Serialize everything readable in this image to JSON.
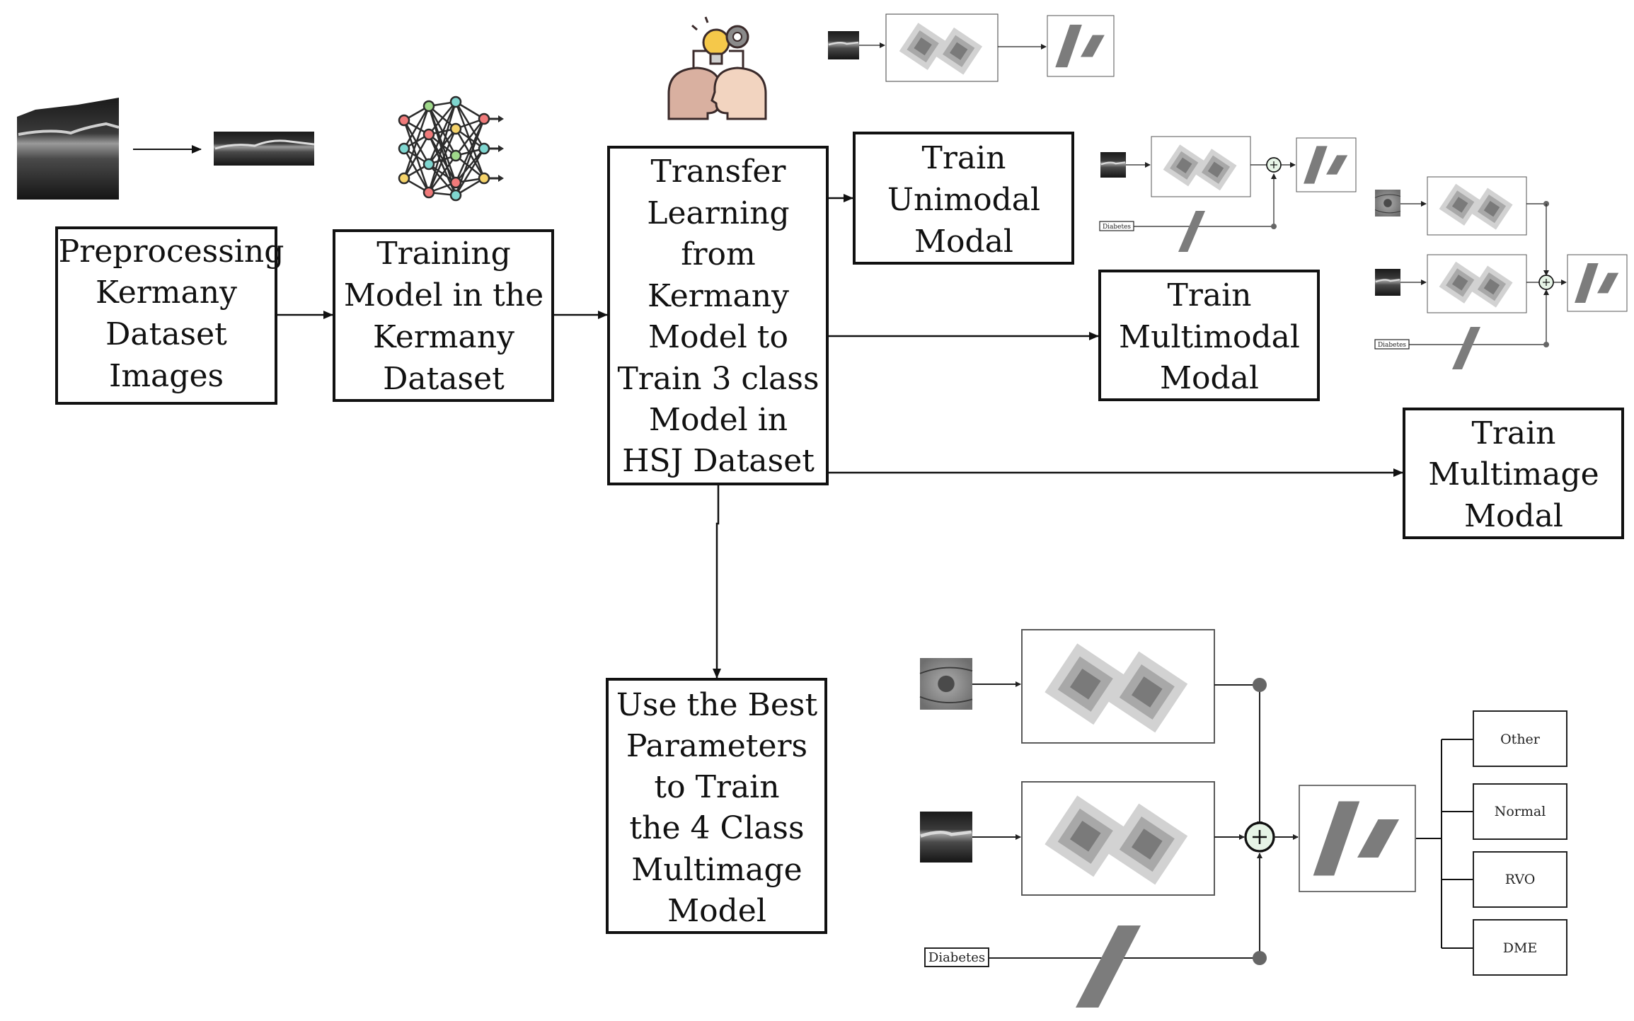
{
  "steps": {
    "preprocess": {
      "lines": [
        "Preprocessing",
        "Kermany",
        "Dataset",
        "Images"
      ]
    },
    "train_kermany": {
      "lines": [
        "Training",
        "Model in the",
        "Kermany",
        "Dataset"
      ]
    },
    "transfer": {
      "lines": [
        "Transfer",
        "Learning",
        "from",
        "Kermany",
        "Model to",
        "Train 3 class",
        "Model in",
        "HSJ Dataset"
      ]
    },
    "unimodal": {
      "lines": [
        "Train",
        "Unimodal",
        "Modal"
      ]
    },
    "multimodal": {
      "lines": [
        "Train",
        "Multimodal",
        "Modal"
      ]
    },
    "multimage": {
      "lines": [
        "Train",
        "Multimage",
        "Modal"
      ]
    },
    "best": {
      "lines": [
        "Use the Best",
        "Parameters",
        "to Train",
        "the 4 Class",
        "Multimage",
        "Model"
      ]
    }
  },
  "inputs": {
    "diabetes_label": "Diabetes"
  },
  "outputs": {
    "classes": [
      "Other",
      "Normal",
      "RVO",
      "DME"
    ]
  },
  "icons": [
    "oct-scan-image",
    "neural-network-icon",
    "brain-transfer-icon",
    "fundus-image",
    "cnn-block-icon",
    "dense-layer-icon",
    "sum-node-icon"
  ],
  "colors": {
    "cnn_light": "#d2d2d2",
    "cnn_mid": "#a8a8a8",
    "cnn_dark": "#7a7a7a",
    "dense": "#7c7c7c",
    "sum_fill": "#e6f4e6"
  }
}
